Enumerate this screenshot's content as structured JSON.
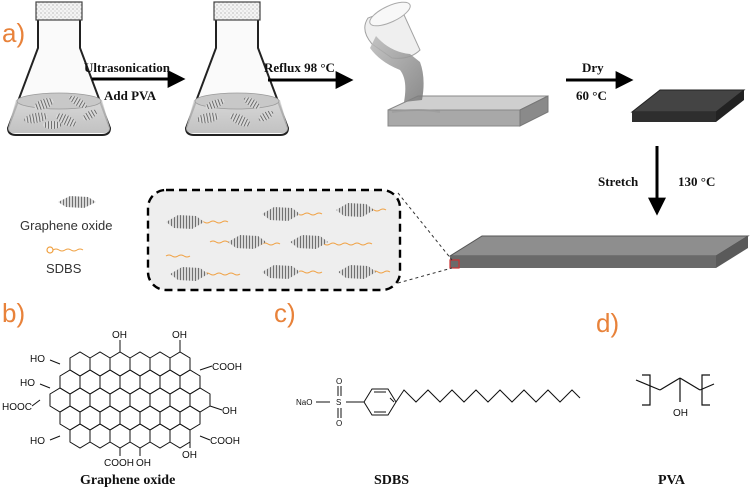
{
  "panels": {
    "a": "a)",
    "b": "b)",
    "c": "c)",
    "d": "d)"
  },
  "steps": {
    "ultrasonication": "Ultrasonication",
    "add_pva": "Add PVA",
    "reflux": "Reflux 98 °C",
    "dry": "Dry",
    "dry_temp": "60 °C",
    "stretch": "Stretch",
    "stretch_temp": "130 °C"
  },
  "legend": {
    "graphene_oxide": "Graphene oxide",
    "sdbs": "SDBS"
  },
  "molecules": {
    "graphene_oxide": {
      "name": "Graphene oxide",
      "groups": {
        "oh_top_center": "OH",
        "oh_top_right": "OH",
        "ho_left_top": "HO",
        "cooh_right_top": "COOH",
        "ho_left_mid": "HO",
        "hooc_left": "HOOC",
        "oh_right_mid": "OH",
        "ho_bottom_left": "HO",
        "oh_bottom_right": "OH",
        "cooh_right_bottom": "COOH",
        "cooh_bottom": "COOH",
        "oh_bottom": "OH"
      }
    },
    "sdbs": {
      "name": "SDBS",
      "nao": "NaO",
      "s": "S",
      "o_top": "O",
      "o_bottom": "O"
    },
    "pva": {
      "name": "PVA",
      "oh": "OH"
    }
  },
  "colors": {
    "accent": "#e8823a",
    "sdbs_chain": "#f0a040",
    "substrate_light": "#a8a8a8",
    "film_dark": "#3a3a3a",
    "stretched_film": "#7a7a7a",
    "zoom_box": "#cc3333"
  }
}
